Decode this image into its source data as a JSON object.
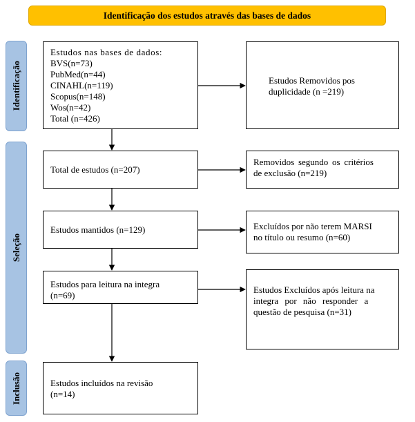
{
  "title": "Identificação dos estudos através das bases de dados",
  "stages": {
    "identificacao": "Identificação",
    "selecao": "Seleção",
    "inclusao": "Inclusão"
  },
  "boxes": {
    "databases": {
      "header": "Estudos nas bases de dados:",
      "lines": [
        "BVS(n=73)",
        "PubMed(n=44)",
        "CINAHL(n=119)",
        "Scopus(n=148)",
        "Wos(n=42)",
        "Total (n=426)"
      ]
    },
    "removed_duplicates": [
      "Estudos Removidos pos",
      "duplicidade (n =219)"
    ],
    "total_studies": "Total de estudos (n=207)",
    "removed_criteria": [
      "Removidos segundo os critérios",
      "de exclusão (n=219)"
    ],
    "kept_studies": "Estudos mantidos (n=129)",
    "excluded_marsi": [
      "Excluídos por não terem MARSI",
      "no título ou resumo (n=60)"
    ],
    "full_read": [
      "Estudos para leitura na integra",
      "(n=69)"
    ],
    "excluded_full_read": [
      "Estudos Excluídos após leitura na",
      "integra por não responder a",
      "questão de pesquisa (n=31)"
    ],
    "included": [
      "Estudos incluídos na revisão",
      "(n=14)"
    ]
  }
}
